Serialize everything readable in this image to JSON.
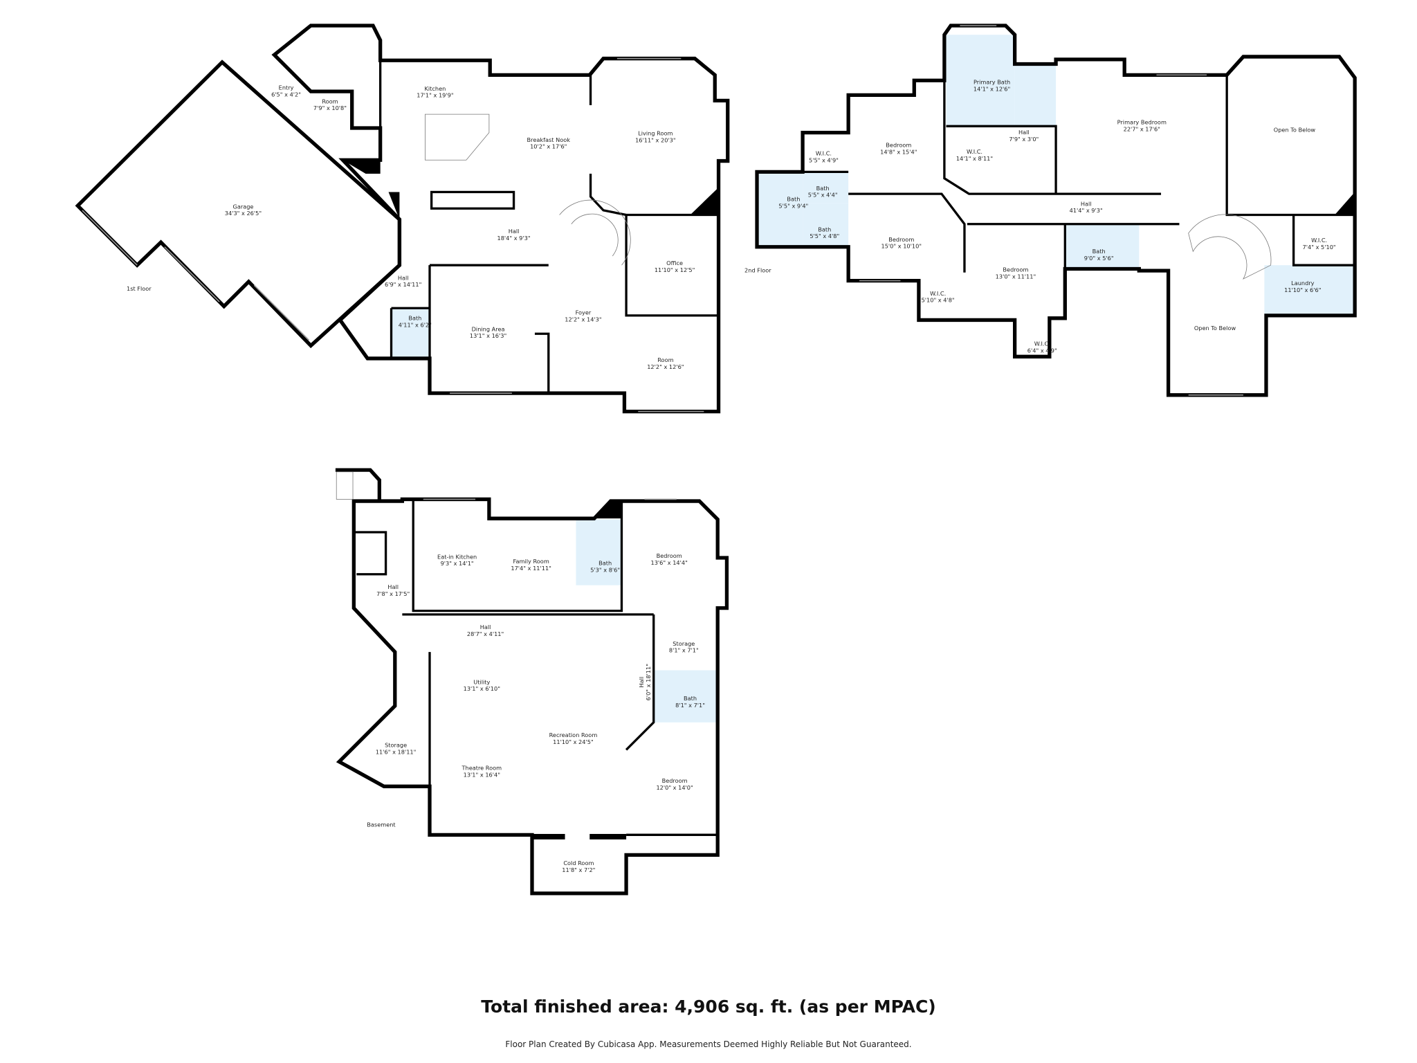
{
  "floors": [
    {
      "label": "1st Floor",
      "rooms": [
        {
          "name": "Entry",
          "dims": "6'5\" x 4'2\""
        },
        {
          "name": "Room",
          "dims": "7'9\" x 10'8\""
        },
        {
          "name": "Kitchen",
          "dims": "17'1\" x 19'9\""
        },
        {
          "name": "Breakfast Nook",
          "dims": "10'2\" x 17'6\""
        },
        {
          "name": "Living Room",
          "dims": "16'11\" x 20'3\""
        },
        {
          "name": "Garage",
          "dims": "34'3\" x 26'5\""
        },
        {
          "name": "Hall",
          "dims": "18'4\" x 9'3\""
        },
        {
          "name": "Office",
          "dims": "11'10\" x 12'5\""
        },
        {
          "name": "Hall",
          "dims": "6'9\" x 14'11\""
        },
        {
          "name": "Bath",
          "dims": "4'11\" x 6'2\""
        },
        {
          "name": "Foyer",
          "dims": "12'2\" x 14'3\""
        },
        {
          "name": "Dining Area",
          "dims": "13'1\" x 16'3\""
        },
        {
          "name": "Room",
          "dims": "12'2\" x 12'6\""
        }
      ]
    },
    {
      "label": "2nd Floor",
      "rooms": [
        {
          "name": "Primary Bath",
          "dims": "14'1\" x 12'6\""
        },
        {
          "name": "Primary Bedroom",
          "dims": "22'7\" x 17'6\""
        },
        {
          "name": "Open To Below",
          "dims": ""
        },
        {
          "name": "Bedroom",
          "dims": "14'8\" x 15'4\""
        },
        {
          "name": "Hall",
          "dims": "7'9\" x 3'0\""
        },
        {
          "name": "W.I.C.",
          "dims": "14'1\" x 8'11\""
        },
        {
          "name": "W.I.C.",
          "dims": "5'5\" x 4'9\""
        },
        {
          "name": "Bath",
          "dims": "5'5\" x 4'4\""
        },
        {
          "name": "Bath",
          "dims": "5'5\" x 9'4\""
        },
        {
          "name": "Hall",
          "dims": "41'4\" x 9'3\""
        },
        {
          "name": "Bath",
          "dims": "5'5\" x 4'8\""
        },
        {
          "name": "Bedroom",
          "dims": "15'0\" x 10'10\""
        },
        {
          "name": "Bedroom",
          "dims": "13'0\" x 11'11\""
        },
        {
          "name": "Bath",
          "dims": "9'0\" x 5'6\""
        },
        {
          "name": "W.I.C.",
          "dims": "7'4\" x 5'10\""
        },
        {
          "name": "Laundry",
          "dims": "11'10\" x 6'6\""
        },
        {
          "name": "W.I.C.",
          "dims": "5'10\" x 4'8\""
        },
        {
          "name": "Open To Below",
          "dims": ""
        },
        {
          "name": "W.I.C.",
          "dims": "6'4\" x 4'9\""
        }
      ]
    },
    {
      "label": "Basement",
      "rooms": [
        {
          "name": "Eat-in Kitchen",
          "dims": "9'3\" x 14'1\""
        },
        {
          "name": "Family Room",
          "dims": "17'4\" x 11'11\""
        },
        {
          "name": "Bath",
          "dims": "5'3\" x 8'6\""
        },
        {
          "name": "Bedroom",
          "dims": "13'6\" x 14'4\""
        },
        {
          "name": "Hall",
          "dims": "7'8\" x 17'5\""
        },
        {
          "name": "Hall",
          "dims": "28'7\" x 4'11\""
        },
        {
          "name": "Storage",
          "dims": "8'1\" x 7'1\""
        },
        {
          "name": "Utility",
          "dims": "13'1\" x 6'10\""
        },
        {
          "name": "Hall",
          "dims": "6'0\" x 18'11\""
        },
        {
          "name": "Bath",
          "dims": "8'1\" x 7'1\""
        },
        {
          "name": "Recreation Room",
          "dims": "11'10\" x 24'5\""
        },
        {
          "name": "Storage",
          "dims": "11'6\" x 18'11\""
        },
        {
          "name": "Theatre Room",
          "dims": "13'1\" x 16'4\""
        },
        {
          "name": "Bedroom",
          "dims": "12'0\" x 14'0\""
        },
        {
          "name": "Cold Room",
          "dims": "11'8\" x 7'2\""
        }
      ]
    }
  ],
  "footer": {
    "total_area": "Total finished area: 4,906 sq. ft. (as per MPAC)",
    "credit": "Floor Plan Created By Cubicasa App. Measurements Deemed Highly Reliable But Not Guaranteed."
  },
  "colors": {
    "wall": "#000000",
    "wet_room": "#e1f1fb"
  }
}
